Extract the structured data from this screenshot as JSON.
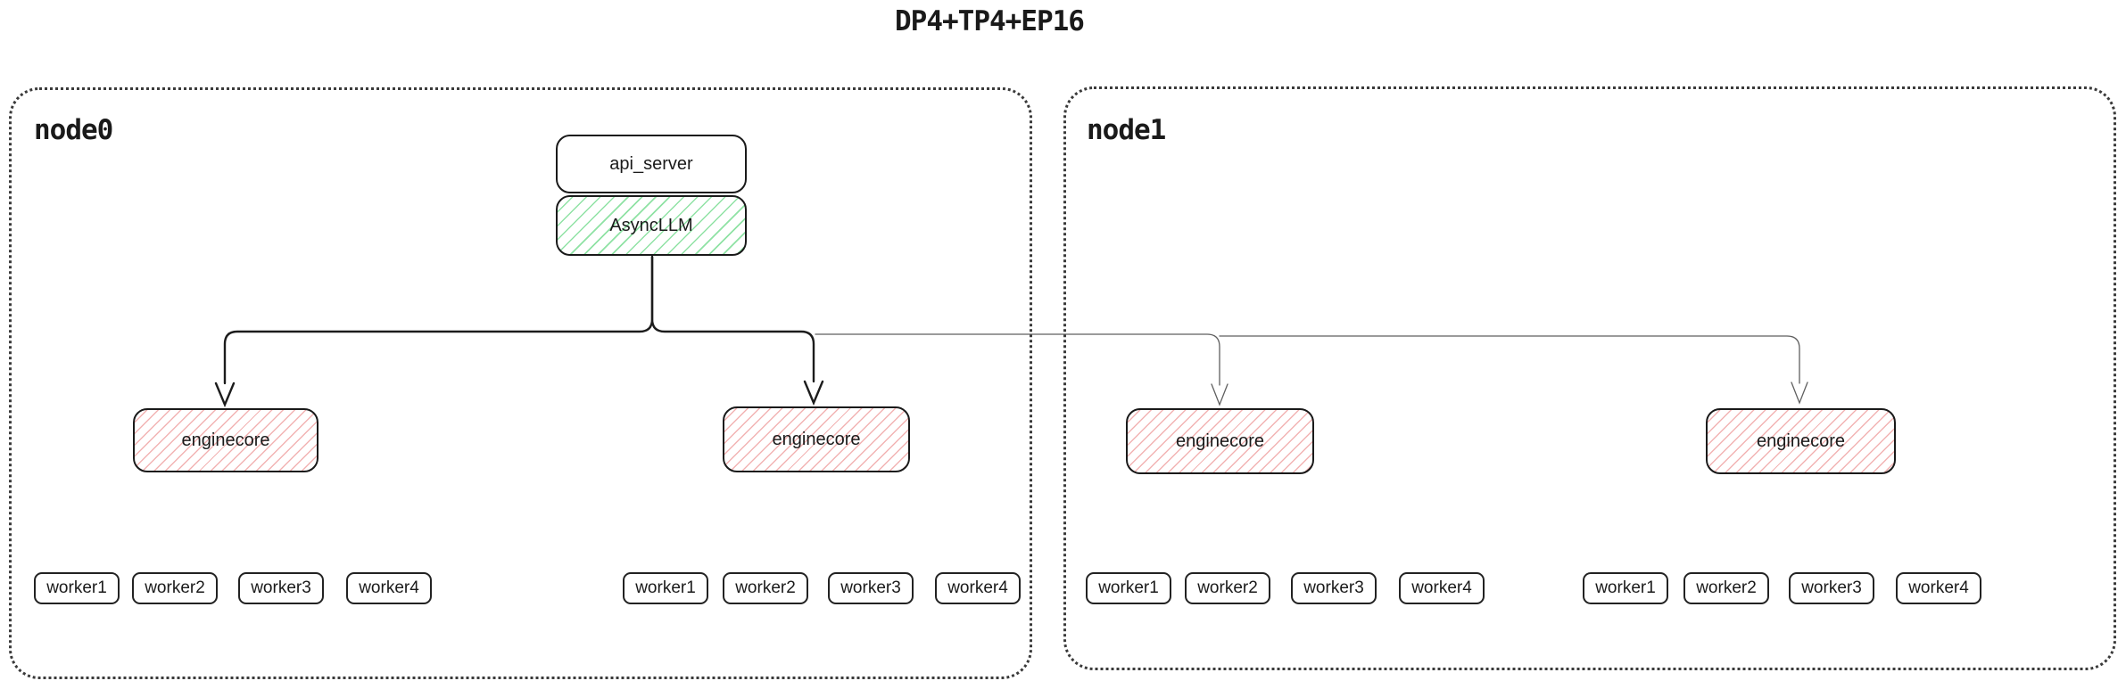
{
  "title": "DP4+TP4+EP16",
  "colors": {
    "ink": "#1a1a1a",
    "node_border": "#3a3a3a",
    "green_hatch": "#8fe2a4",
    "red_hatch": "#f2b3b3",
    "thick_edge": "#1c1c1c",
    "thin_edge": "#5f5f5f"
  },
  "node0": {
    "label": "node0",
    "api_server_label": "api_server",
    "async_llm_label": "AsyncLLM",
    "enginecores": [
      {
        "label": "enginecore",
        "workers": [
          "worker1",
          "worker2",
          "worker3",
          "worker4"
        ]
      },
      {
        "label": "enginecore",
        "workers": [
          "worker1",
          "worker2",
          "worker3",
          "worker4"
        ]
      }
    ]
  },
  "node1": {
    "label": "node1",
    "enginecores": [
      {
        "label": "enginecore",
        "workers": [
          "worker1",
          "worker2",
          "worker3",
          "worker4"
        ]
      },
      {
        "label": "enginecore",
        "workers": [
          "worker1",
          "worker2",
          "worker3",
          "worker4"
        ]
      }
    ]
  }
}
